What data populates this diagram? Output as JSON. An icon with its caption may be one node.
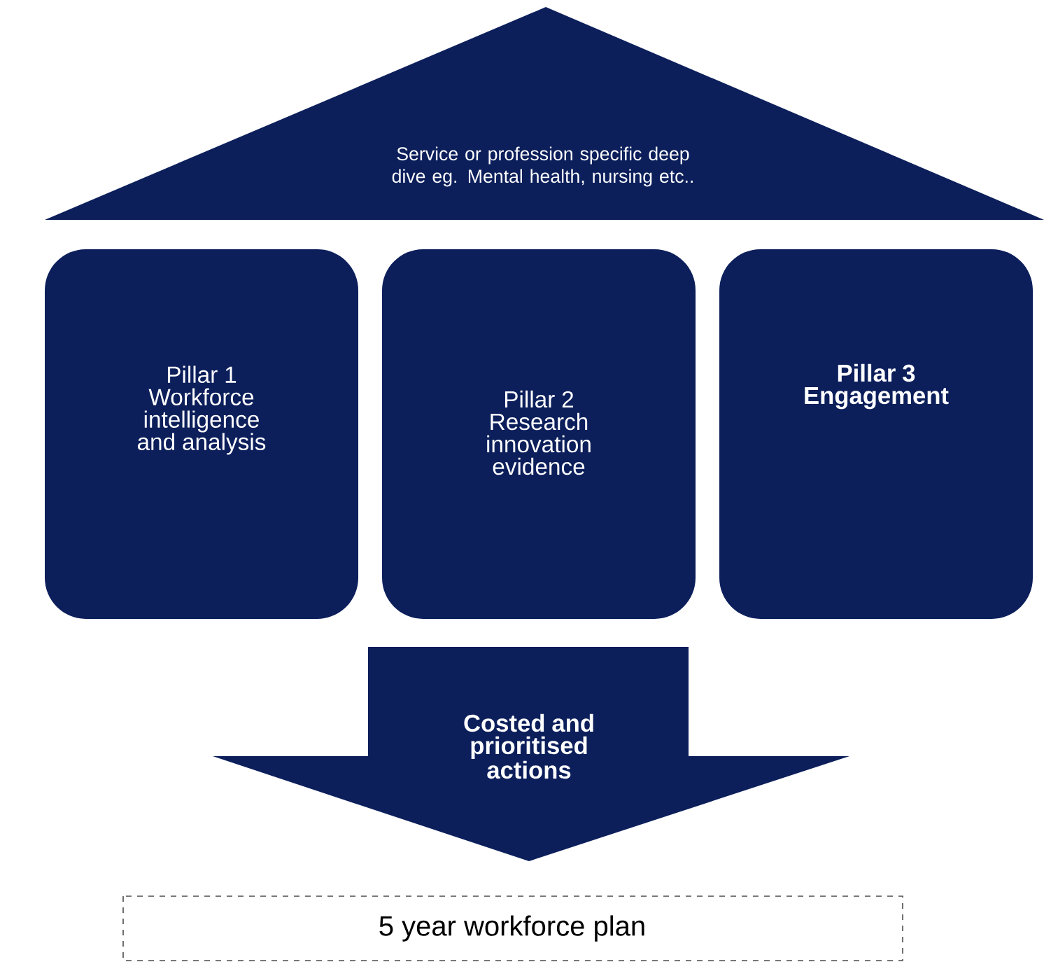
{
  "diagram": {
    "nodes": [
      {
        "text": [
          "Service or profession specific deep dive eg. Mental health, nursing etc.."
        ]
      },
      {
        "text": [
          "Pillar 1",
          "Workforce intelligence and analysis"
        ]
      },
      {
        "text": [
          "Pillar 2",
          "Research innovation evidence"
        ]
      },
      {
        "text": [
          "Pillar 3",
          "Engagement"
        ]
      },
      {
        "text": [
          "Costed and prioritised actions"
        ]
      },
      {
        "text": [
          "5 year workforce plan"
        ]
      }
    ]
  }
}
